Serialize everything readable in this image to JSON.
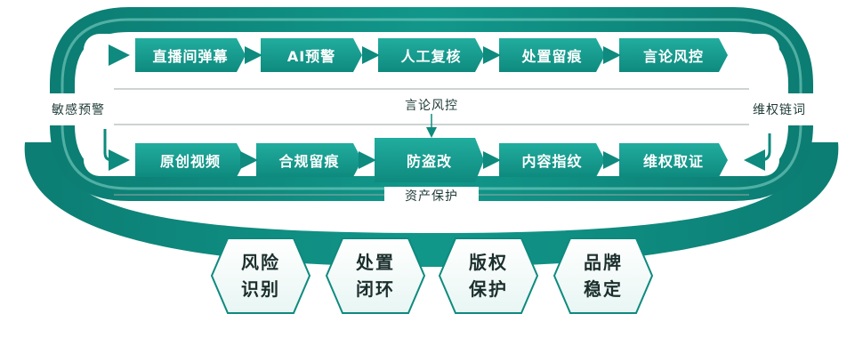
{
  "diagram": {
    "top_row": [
      "直播间弹幕",
      "AI预警",
      "人工复核",
      "处置留痕",
      "言论风控"
    ],
    "bottom_row": [
      "原创视频",
      "合规留痕",
      "防盗改",
      "内容指纹",
      "维权取证"
    ],
    "left_label": "敏感预警",
    "right_label": "维权链词",
    "middle_label": "言论风控",
    "bottom_label": "资产保护",
    "pillars": [
      {
        "line1": "风险",
        "line2": "识别"
      },
      {
        "line1": "处置",
        "line2": "闭环"
      },
      {
        "line1": "版权",
        "line2": "保护"
      },
      {
        "line1": "品牌",
        "line2": "稳定"
      }
    ]
  },
  "colors": {
    "teal_dark": "#0c7d73",
    "teal": "#139e91",
    "teal_light": "#7fd0c5",
    "text": "#1e3b37"
  }
}
